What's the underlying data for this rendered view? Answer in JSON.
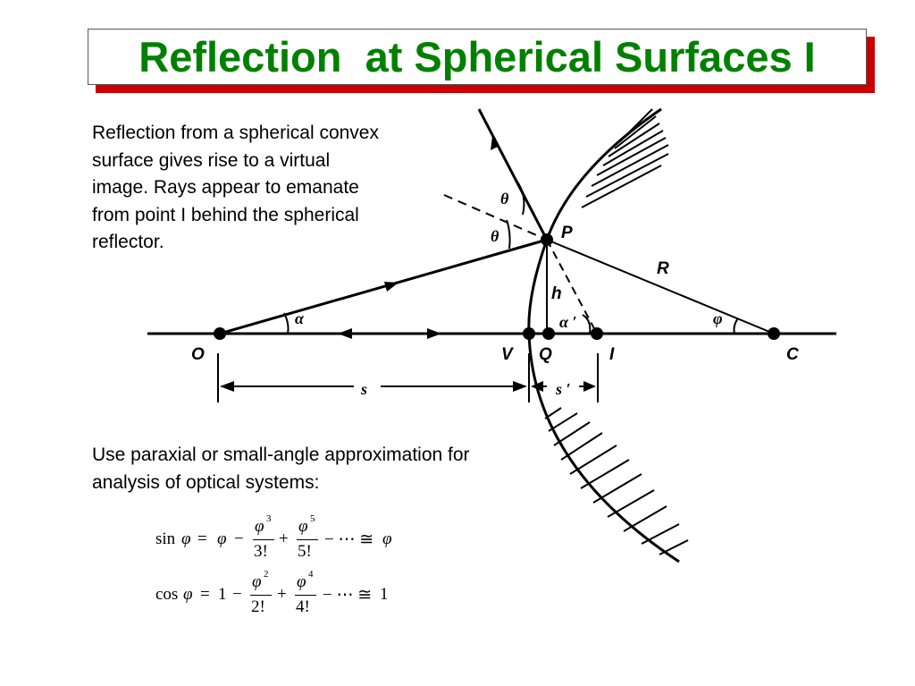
{
  "title": "Reflection  at Spherical Surfaces I",
  "colors": {
    "title": "#008000",
    "title_shadow": "#cc0000"
  },
  "paragraph1": "Reflection from a spherical convex surface gives rise to a virtual image.  Rays appear to emanate from point I behind the spherical reflector.",
  "paragraph2": "Use paraxial or small-angle approximation for analysis of optical systems:",
  "diagram": {
    "points": {
      "O": "O",
      "V": "V",
      "Q": "Q",
      "I": "I",
      "C": "C",
      "P": "P"
    },
    "labels": {
      "R": "R",
      "h": "h",
      "s": "s",
      "s_prime": "s ′",
      "alpha": "α",
      "alpha_prime": "α ′",
      "phi": "φ",
      "theta": "θ"
    }
  },
  "equations": {
    "sin": {
      "lhs": "sin",
      "var": "φ",
      "eq": "=",
      "t1": "φ",
      "minus": "−",
      "num1": "φ",
      "exp1": "3",
      "den1": "3!",
      "plus": "+",
      "num2": "φ",
      "exp2": "5",
      "den2": "5!",
      "tail": "− ⋯ ≅",
      "result": "φ"
    },
    "cos": {
      "lhs": "cos",
      "var": "φ",
      "eq": "=",
      "t1": "1",
      "minus": "−",
      "num1": "φ",
      "exp1": "2",
      "den1": "2!",
      "plus": "+",
      "num2": "φ",
      "exp2": "4",
      "den2": "4!",
      "tail": "− ⋯ ≅",
      "result": "1"
    }
  }
}
